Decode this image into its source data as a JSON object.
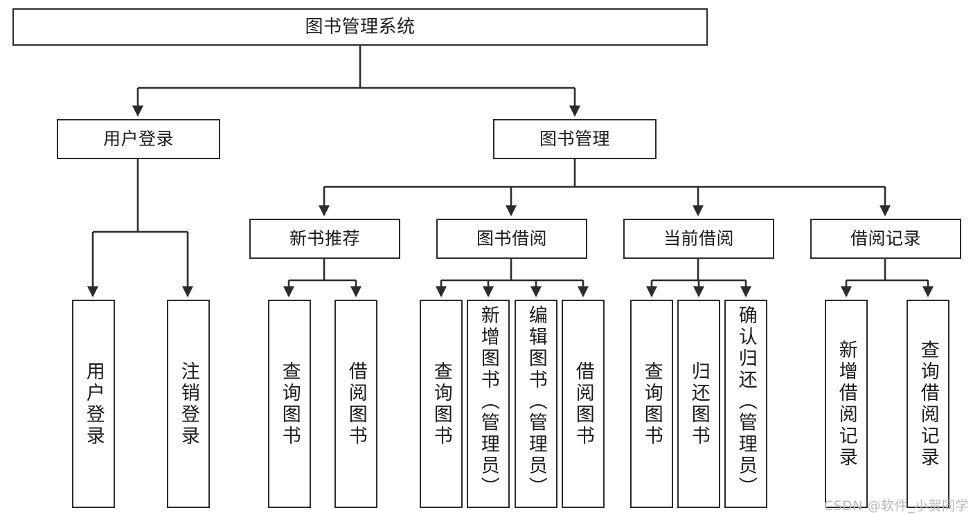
{
  "diagram": {
    "type": "tree",
    "title": "图书管理系统",
    "colors": {
      "stroke": "#2b2b2b",
      "fill": "#ffffff",
      "text": "#1b1b1b",
      "watermark": "#b9b9b9"
    },
    "nodes": {
      "root": {
        "label": "图书管理系统"
      },
      "level2": [
        {
          "id": "user-login",
          "label": "用户登录"
        },
        {
          "id": "book-manage",
          "label": "图书管理"
        }
      ],
      "level3": [
        {
          "id": "new-book-recommend",
          "label": "新书推荐"
        },
        {
          "id": "book-borrow",
          "label": "图书借阅"
        },
        {
          "id": "current-borrow",
          "label": "当前借阅"
        },
        {
          "id": "borrow-record",
          "label": "借阅记录"
        }
      ],
      "leaves": {
        "user-login": [
          {
            "id": "leaf-user-login",
            "label": "用户登录"
          },
          {
            "id": "leaf-logout-login",
            "label": "注销登录"
          }
        ],
        "new-book-recommend": [
          {
            "id": "leaf-query-book-1",
            "label": "查询图书"
          },
          {
            "id": "leaf-borrow-book-1",
            "label": "借阅图书"
          }
        ],
        "book-borrow": [
          {
            "id": "leaf-query-book-2",
            "label": "查询图书"
          },
          {
            "id": "leaf-add-book-admin",
            "label": "新增图书（管理员）"
          },
          {
            "id": "leaf-edit-book-admin",
            "label": "编辑图书（管理员）"
          },
          {
            "id": "leaf-borrow-book-2",
            "label": "借阅图书"
          }
        ],
        "current-borrow": [
          {
            "id": "leaf-query-book-3",
            "label": "查询图书"
          },
          {
            "id": "leaf-return-book",
            "label": "归还图书"
          },
          {
            "id": "leaf-confirm-return-admin",
            "label": "确认归还（管理员）"
          }
        ],
        "borrow-record": [
          {
            "id": "leaf-add-borrow-record",
            "label": "新增借阅记录"
          },
          {
            "id": "leaf-query-borrow-record",
            "label": "查询借阅记录"
          }
        ]
      }
    },
    "watermark": "CSDN @软件_小贺同学"
  }
}
